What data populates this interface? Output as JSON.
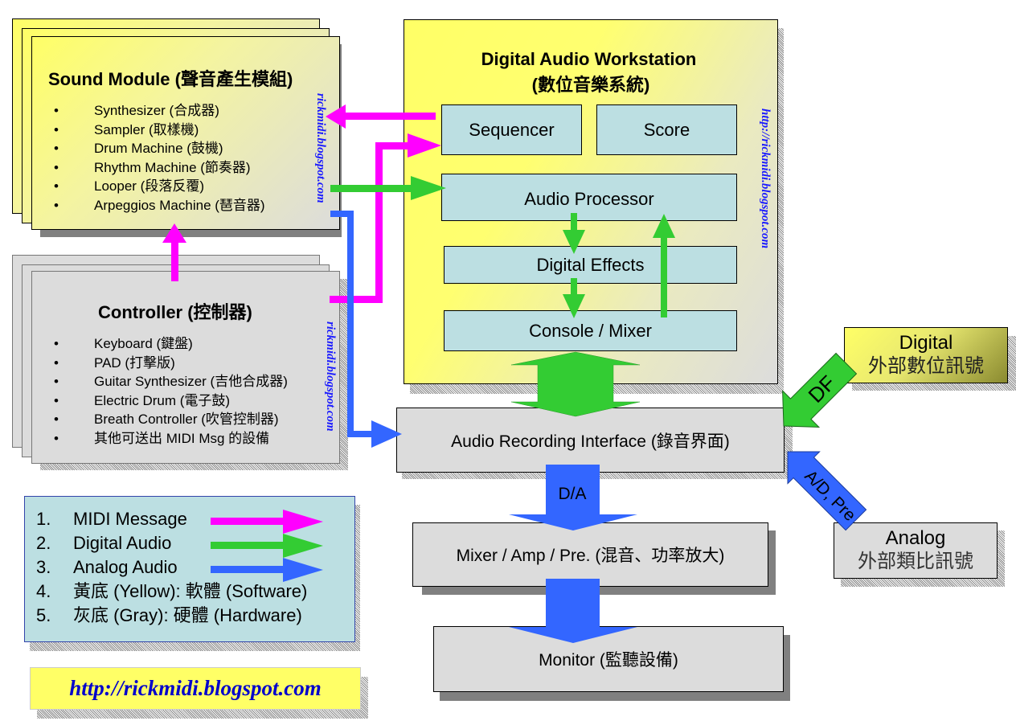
{
  "sound_module": {
    "title": "Sound Module (聲音產生模組)",
    "items": [
      "Synthesizer (合成器)",
      "Sampler (取樣機)",
      "Drum Machine (鼓機)",
      "Rhythm Machine (節奏器)",
      "Looper (段落反覆)",
      "Arpeggios Machine (琶音器)"
    ],
    "watermark": "rickmidi.blogspot.com"
  },
  "controller": {
    "title": "Controller (控制器)",
    "items": [
      "Keyboard (鍵盤)",
      "PAD (打擊版)",
      "Guitar Synthesizer (吉他合成器)",
      "Electric Drum (電子鼓)",
      "Breath Controller (吹管控制器)",
      "其他可送出 MIDI Msg 的設備"
    ],
    "watermark": "rickmidi.blogspot.com"
  },
  "daw": {
    "title": "Digital Audio Workstation",
    "subtitle": "(數位音樂系統)",
    "sequencer": "Sequencer",
    "score": "Score",
    "audio_processor": "Audio Processor",
    "digital_effects": "Digital Effects",
    "console_mixer": "Console / Mixer",
    "watermark": "http://rickmidi.blogspot.com"
  },
  "audio_interface": {
    "label": "Audio Recording Interface (錄音界面)"
  },
  "mixer_amp": {
    "label": "Mixer / Amp / Pre. (混音、功率放大)"
  },
  "monitor": {
    "label": "Monitor (監聽設備)"
  },
  "digital_ext": {
    "title": "Digital",
    "subtitle": "外部數位訊號"
  },
  "analog_ext": {
    "title": "Analog",
    "subtitle": "外部類比訊號"
  },
  "arrow_labels": {
    "df": "DF",
    "ad_pre": "A/D, Pre",
    "da": "D/A"
  },
  "legend": {
    "items": [
      {
        "num": "1.",
        "label": "MIDI Message",
        "color": "#ff00ff"
      },
      {
        "num": "2.",
        "label": "Digital Audio",
        "color": "#33cc33"
      },
      {
        "num": "3.",
        "label": "Analog Audio",
        "color": "#3366ff"
      },
      {
        "num": "4.",
        "label": "黃底 (Yellow): 軟體 (Software)"
      },
      {
        "num": "5.",
        "label": "灰底 (Gray): 硬體 (Hardware)"
      }
    ]
  },
  "footer_url": "http://rickmidi.blogspot.com",
  "colors": {
    "midi": "#ff00ff",
    "digital": "#33cc33",
    "analog": "#3366ff"
  }
}
